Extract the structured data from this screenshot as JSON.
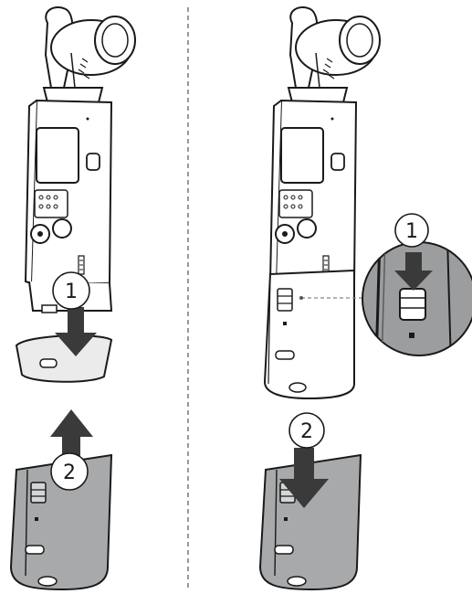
{
  "colors": {
    "outline": "#1a1a1a",
    "body_fill": "#ffffff",
    "base_fill": "#a7a9ab",
    "base_fill_light": "#d4d5d6",
    "zoom_fill": "#9b9d9f",
    "arrow_fill": "#3a3a3a",
    "divider": "#555555"
  },
  "panels": [
    {
      "id": "remove",
      "steps": [
        {
          "number": "1",
          "action": "arrow-down-icon"
        },
        {
          "number": "2",
          "action": "arrow-up-icon"
        }
      ]
    },
    {
      "id": "attach",
      "steps": [
        {
          "number": "1",
          "action": "arrow-down-icon"
        },
        {
          "number": "2",
          "action": "arrow-down-icon"
        }
      ]
    }
  ]
}
